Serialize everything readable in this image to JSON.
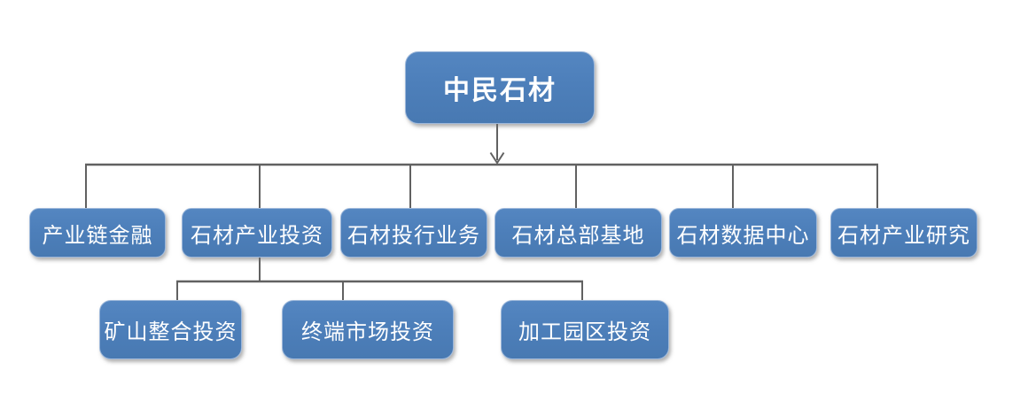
{
  "colors": {
    "node_fill": "#4D7FBA",
    "node_border": "#9CB7DA",
    "node_text": "#FFFFFF",
    "connector": "#616161",
    "background": "#FFFFFF"
  },
  "diagram": {
    "type": "org-chart",
    "root": {
      "label": "中民石材"
    },
    "level2": [
      {
        "label": "产业链金融"
      },
      {
        "label": "石材产业投资"
      },
      {
        "label": "石材投行业务"
      },
      {
        "label": "石材总部基地"
      },
      {
        "label": "石材数据中心"
      },
      {
        "label": "石材产业研究"
      }
    ],
    "level3": {
      "parent": "石材产业投资",
      "children": [
        {
          "label": "矿山整合投资"
        },
        {
          "label": "终端市场投资"
        },
        {
          "label": "加工园区投资"
        }
      ]
    }
  }
}
